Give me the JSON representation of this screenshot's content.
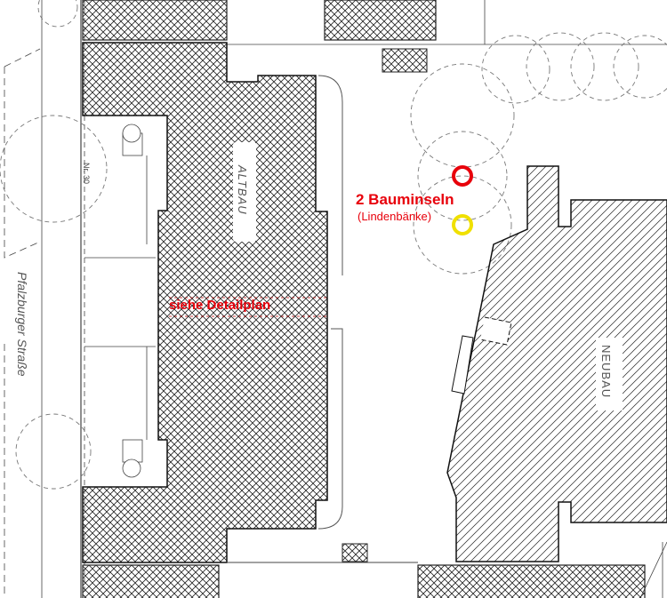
{
  "annotations": {
    "tree_islands_title": "2 Bauminseln",
    "tree_islands_subtitle": "(Lindenbänke)",
    "detail_plan_note": "siehe Detailplan"
  },
  "buildings": {
    "old_building": "ALTBAU",
    "new_building": "NEUBAU",
    "house_number": "Nr. 30"
  },
  "street": "Pfalzburger Straße",
  "colors": {
    "annotation_red": "#e8000b",
    "marker_red": "#e8000b",
    "marker_yellow": "#f0e000",
    "linework": "#333333"
  }
}
